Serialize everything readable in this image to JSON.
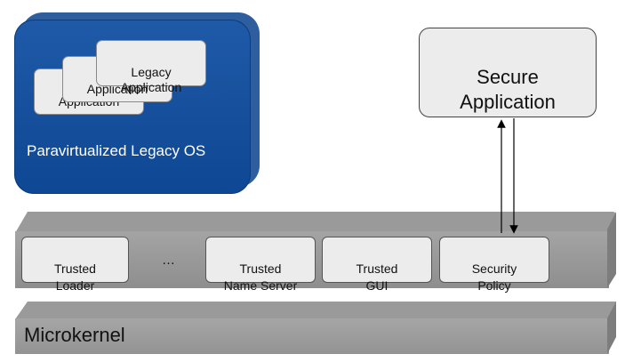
{
  "legacy_os": {
    "label": "Paravirtualized Legacy OS",
    "apps": [
      "Application",
      "Application",
      "Legacy\nApplication"
    ],
    "color": "#0e4793"
  },
  "secure_app": {
    "label": "Secure\nApplication"
  },
  "trusted_layer": {
    "components": {
      "loader": "Trusted\nLoader",
      "ellipsis": "…",
      "name_server": "Trusted\nName Server",
      "gui": "Trusted\nGUI",
      "security_policy": "Security\nPolicy"
    }
  },
  "microkernel": {
    "label": "Microkernel"
  }
}
